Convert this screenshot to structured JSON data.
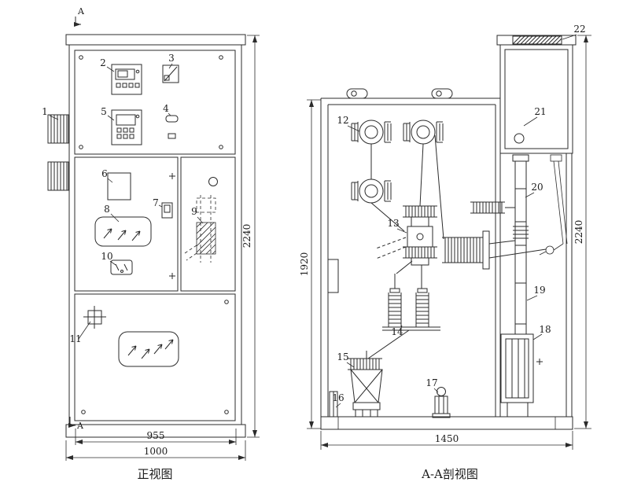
{
  "front_view": {
    "title": "正视图",
    "section_label": "A",
    "dim_width_inner": "955",
    "dim_width_outer": "1000",
    "dim_height": "2240"
  },
  "section_view": {
    "title": "A-A剖视图",
    "dim_height_inner": "1920",
    "dim_height_outer": "2240",
    "dim_width": "1450"
  },
  "callouts": {
    "c1": "1",
    "c2": "2",
    "c3": "3",
    "c4": "4",
    "c5": "5",
    "c6": "6",
    "c7": "7",
    "c8": "8",
    "c9": "9",
    "c10": "10",
    "c11": "11",
    "c12": "12",
    "c13": "13",
    "c14": "14",
    "c15": "15",
    "c16": "16",
    "c17": "17",
    "c18": "18",
    "c19": "19",
    "c20": "20",
    "c21": "21",
    "c22": "22"
  }
}
